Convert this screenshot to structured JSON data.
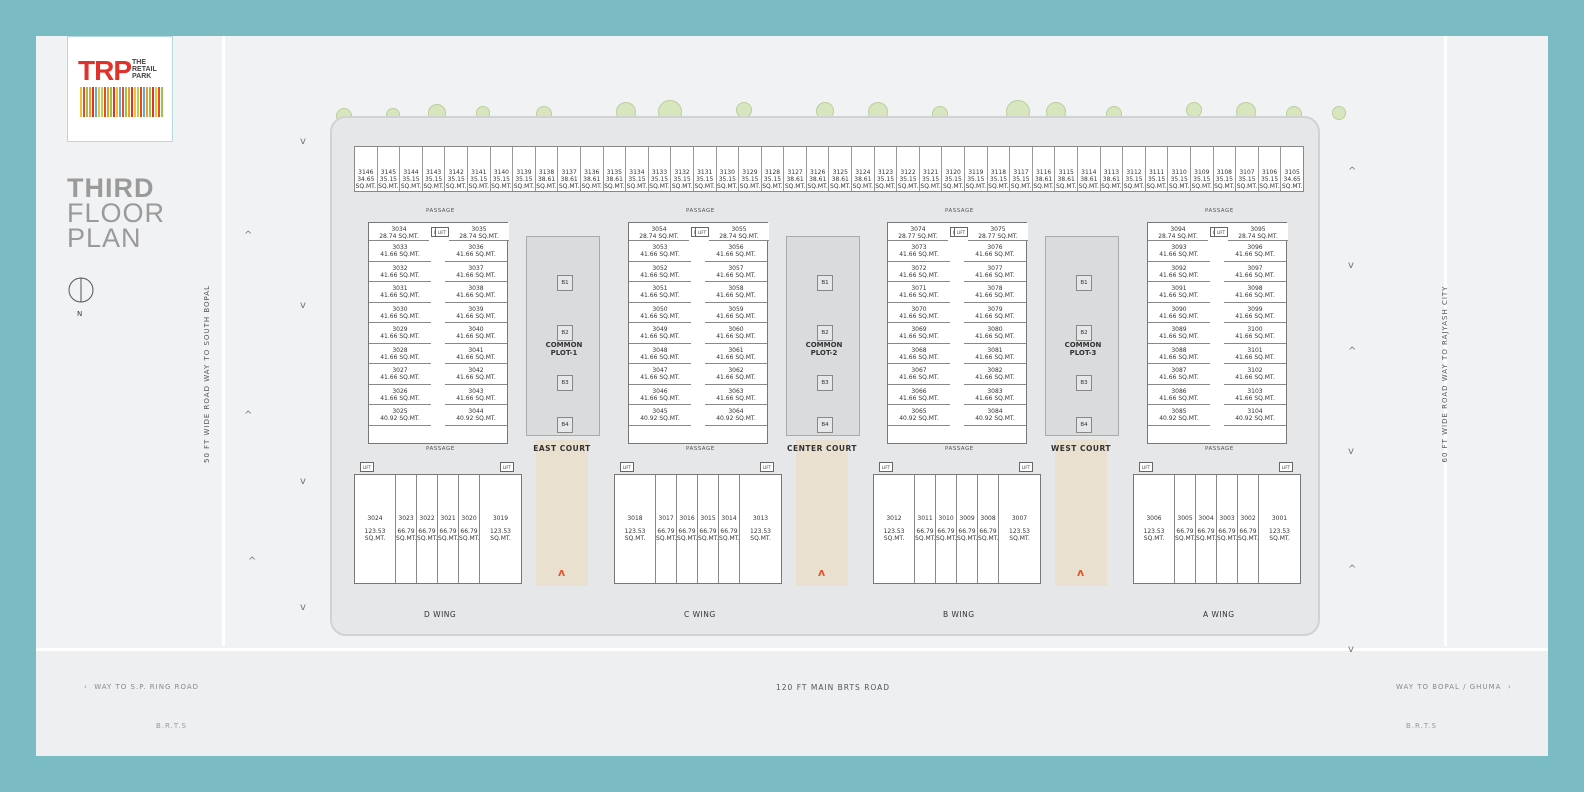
{
  "logo": {
    "brand": "TRP",
    "tagline": "THE RETAIL PARK",
    "bar_colors": [
      "#f2c230",
      "#e84a2c",
      "#9ac54a",
      "#f29a2c",
      "#e0312b",
      "#5fb0d0",
      "#f2c230",
      "#b5d350",
      "#e84a2c",
      "#f29a2c",
      "#9ac54a",
      "#e0312b",
      "#f2c230",
      "#5fb0d0",
      "#e84a2c",
      "#9ac54a",
      "#f29a2c",
      "#e0312b",
      "#f2c230",
      "#b5d350",
      "#e84a2c",
      "#5fb0d0",
      "#f29a2c",
      "#9ac54a",
      "#e0312b",
      "#f2c230",
      "#e84a2c",
      "#9ac54a"
    ]
  },
  "title": {
    "l1": "THIRD",
    "l2": "FLOOR",
    "l3": "PLAN"
  },
  "north": "N",
  "roads": {
    "left": "50 FT WIDE ROAD WAY TO SOUTH BOPAL",
    "right": "60 FT WIDE ROAD WAY TO RAJYASH CITY",
    "bottom": "120 FT MAIN BRTS ROAD",
    "left_way": "WAY TO S.P. RING ROAD",
    "right_way": "WAY TO BOPAL / GHUMA",
    "brts": "B.R.T.S"
  },
  "labels": {
    "passage": "PASSAGE",
    "lift": "LIFT",
    "sqmt": "SQ.MT."
  },
  "top_units": [
    {
      "n": "3146",
      "a": "34.65"
    },
    {
      "n": "3145",
      "a": "35.15"
    },
    {
      "n": "3144",
      "a": "35.15"
    },
    {
      "n": "3143",
      "a": "35.15"
    },
    {
      "n": "3142",
      "a": "35.15"
    },
    {
      "n": "3141",
      "a": "35.15"
    },
    {
      "n": "3140",
      "a": "35.15"
    },
    {
      "n": "3139",
      "a": "35.15"
    },
    {
      "n": "3138",
      "a": "38.61"
    },
    {
      "n": "3137",
      "a": "38.61"
    },
    {
      "n": "3136",
      "a": "38.61"
    },
    {
      "n": "3135",
      "a": "38.61"
    },
    {
      "n": "3134",
      "a": "35.15"
    },
    {
      "n": "3133",
      "a": "35.15"
    },
    {
      "n": "3132",
      "a": "35.15"
    },
    {
      "n": "3131",
      "a": "35.15"
    },
    {
      "n": "3130",
      "a": "35.15"
    },
    {
      "n": "3129",
      "a": "35.15"
    },
    {
      "n": "3128",
      "a": "35.15"
    },
    {
      "n": "3127",
      "a": "38.61"
    },
    {
      "n": "3126",
      "a": "38.61"
    },
    {
      "n": "3125",
      "a": "38.61"
    },
    {
      "n": "3124",
      "a": "38.61"
    },
    {
      "n": "3123",
      "a": "35.15"
    },
    {
      "n": "3122",
      "a": "35.15"
    },
    {
      "n": "3121",
      "a": "35.15"
    },
    {
      "n": "3120",
      "a": "35.15"
    },
    {
      "n": "3119",
      "a": "35.15"
    },
    {
      "n": "3118",
      "a": "35.15"
    },
    {
      "n": "3117",
      "a": "35.15"
    },
    {
      "n": "3116",
      "a": "38.61"
    },
    {
      "n": "3115",
      "a": "38.61"
    },
    {
      "n": "3114",
      "a": "38.61"
    },
    {
      "n": "3113",
      "a": "38.61"
    },
    {
      "n": "3112",
      "a": "35.15"
    },
    {
      "n": "3111",
      "a": "35.15"
    },
    {
      "n": "3110",
      "a": "35.15"
    },
    {
      "n": "3109",
      "a": "35.15"
    },
    {
      "n": "3108",
      "a": "35.15"
    },
    {
      "n": "3107",
      "a": "35.15"
    },
    {
      "n": "3106",
      "a": "35.15"
    },
    {
      "n": "3105",
      "a": "34.65"
    }
  ],
  "wings": [
    {
      "name": "D WING",
      "top": [
        {
          "n": "3034",
          "a": "28.74"
        },
        {
          "n": "3035",
          "a": "28.74"
        }
      ],
      "left": [
        {
          "n": "3033",
          "a": "41.66"
        },
        {
          "n": "3032",
          "a": "41.66"
        },
        {
          "n": "3031",
          "a": "41.66"
        },
        {
          "n": "3030",
          "a": "41.66"
        },
        {
          "n": "3029",
          "a": "41.66"
        },
        {
          "n": "3028",
          "a": "41.66"
        },
        {
          "n": "3027",
          "a": "41.66"
        },
        {
          "n": "3026",
          "a": "41.66"
        },
        {
          "n": "3025",
          "a": "40.92"
        }
      ],
      "right": [
        {
          "n": "3036",
          "a": "41.66"
        },
        {
          "n": "3037",
          "a": "41.66"
        },
        {
          "n": "3038",
          "a": "41.66"
        },
        {
          "n": "3039",
          "a": "41.66"
        },
        {
          "n": "3040",
          "a": "41.66"
        },
        {
          "n": "3041",
          "a": "41.66"
        },
        {
          "n": "3042",
          "a": "41.66"
        },
        {
          "n": "3043",
          "a": "41.66"
        },
        {
          "n": "3044",
          "a": "40.92"
        }
      ],
      "lower": [
        {
          "n": "3024",
          "a": "123.53"
        },
        {
          "n": "3023",
          "a": "66.79"
        },
        {
          "n": "3022",
          "a": "66.79"
        },
        {
          "n": "3021",
          "a": "66.79"
        },
        {
          "n": "3020",
          "a": "66.79"
        },
        {
          "n": "3019",
          "a": "123.53"
        }
      ]
    },
    {
      "name": "C WING",
      "top": [
        {
          "n": "3054",
          "a": "28.74"
        },
        {
          "n": "3055",
          "a": "28.74"
        }
      ],
      "left": [
        {
          "n": "3053",
          "a": "41.66"
        },
        {
          "n": "3052",
          "a": "41.66"
        },
        {
          "n": "3051",
          "a": "41.66"
        },
        {
          "n": "3050",
          "a": "41.66"
        },
        {
          "n": "3049",
          "a": "41.66"
        },
        {
          "n": "3048",
          "a": "41.66"
        },
        {
          "n": "3047",
          "a": "41.66"
        },
        {
          "n": "3046",
          "a": "41.66"
        },
        {
          "n": "3045",
          "a": "40.92"
        }
      ],
      "right": [
        {
          "n": "3056",
          "a": "41.66"
        },
        {
          "n": "3057",
          "a": "41.66"
        },
        {
          "n": "3058",
          "a": "41.66"
        },
        {
          "n": "3059",
          "a": "41.66"
        },
        {
          "n": "3060",
          "a": "41.66"
        },
        {
          "n": "3061",
          "a": "41.66"
        },
        {
          "n": "3062",
          "a": "41.66"
        },
        {
          "n": "3063",
          "a": "41.66"
        },
        {
          "n": "3064",
          "a": "40.92"
        }
      ],
      "lower": [
        {
          "n": "3018",
          "a": "123.53"
        },
        {
          "n": "3017",
          "a": "66.79"
        },
        {
          "n": "3016",
          "a": "66.79"
        },
        {
          "n": "3015",
          "a": "66.79"
        },
        {
          "n": "3014",
          "a": "66.79"
        },
        {
          "n": "3013",
          "a": "123.53"
        }
      ]
    },
    {
      "name": "B WING",
      "top": [
        {
          "n": "3074",
          "a": "28.77"
        },
        {
          "n": "3075",
          "a": "28.77"
        }
      ],
      "left": [
        {
          "n": "3073",
          "a": "41.66"
        },
        {
          "n": "3072",
          "a": "41.66"
        },
        {
          "n": "3071",
          "a": "41.66"
        },
        {
          "n": "3070",
          "a": "41.66"
        },
        {
          "n": "3069",
          "a": "41.66"
        },
        {
          "n": "3068",
          "a": "41.66"
        },
        {
          "n": "3067",
          "a": "41.66"
        },
        {
          "n": "3066",
          "a": "41.66"
        },
        {
          "n": "3065",
          "a": "40.92"
        }
      ],
      "right": [
        {
          "n": "3076",
          "a": "41.66"
        },
        {
          "n": "3077",
          "a": "41.66"
        },
        {
          "n": "3078",
          "a": "41.66"
        },
        {
          "n": "3079",
          "a": "41.66"
        },
        {
          "n": "3080",
          "a": "41.66"
        },
        {
          "n": "3081",
          "a": "41.66"
        },
        {
          "n": "3082",
          "a": "41.66"
        },
        {
          "n": "3083",
          "a": "41.66"
        },
        {
          "n": "3084",
          "a": "40.92"
        }
      ],
      "lower": [
        {
          "n": "3012",
          "a": "123.53"
        },
        {
          "n": "3011",
          "a": "66.79"
        },
        {
          "n": "3010",
          "a": "66.79"
        },
        {
          "n": "3009",
          "a": "66.79"
        },
        {
          "n": "3008",
          "a": "66.79"
        },
        {
          "n": "3007",
          "a": "123.53"
        }
      ]
    },
    {
      "name": "A WING",
      "top": [
        {
          "n": "3094",
          "a": "28.74"
        },
        {
          "n": "3095",
          "a": "28.74"
        }
      ],
      "left": [
        {
          "n": "3093",
          "a": "41.66"
        },
        {
          "n": "3092",
          "a": "41.66"
        },
        {
          "n": "3091",
          "a": "41.66"
        },
        {
          "n": "3090",
          "a": "41.66"
        },
        {
          "n": "3089",
          "a": "41.66"
        },
        {
          "n": "3088",
          "a": "41.66"
        },
        {
          "n": "3087",
          "a": "41.66"
        },
        {
          "n": "3086",
          "a": "41.66"
        },
        {
          "n": "3085",
          "a": "40.92"
        }
      ],
      "right": [
        {
          "n": "3096",
          "a": "41.66"
        },
        {
          "n": "3097",
          "a": "41.66"
        },
        {
          "n": "3098",
          "a": "41.66"
        },
        {
          "n": "3099",
          "a": "41.66"
        },
        {
          "n": "3100",
          "a": "41.66"
        },
        {
          "n": "3101",
          "a": "41.66"
        },
        {
          "n": "3102",
          "a": "41.66"
        },
        {
          "n": "3103",
          "a": "41.66"
        },
        {
          "n": "3104",
          "a": "40.92"
        }
      ],
      "lower": [
        {
          "n": "3006",
          "a": "123.53"
        },
        {
          "n": "3005",
          "a": "66.79"
        },
        {
          "n": "3004",
          "a": "66.79"
        },
        {
          "n": "3003",
          "a": "66.79"
        },
        {
          "n": "3002",
          "a": "66.79"
        },
        {
          "n": "3001",
          "a": "123.53"
        }
      ]
    }
  ],
  "plots": [
    {
      "name": "COMMON PLOT-1",
      "court": "EAST COURT",
      "b": [
        "B1",
        "B2",
        "B3",
        "B4"
      ]
    },
    {
      "name": "COMMON PLOT-2",
      "court": "CENTER COURT",
      "b": [
        "B1",
        "B2",
        "B3",
        "B4"
      ]
    },
    {
      "name": "COMMON PLOT-3",
      "court": "WEST COURT",
      "b": [
        "B1",
        "B2",
        "B3",
        "B4"
      ]
    }
  ]
}
